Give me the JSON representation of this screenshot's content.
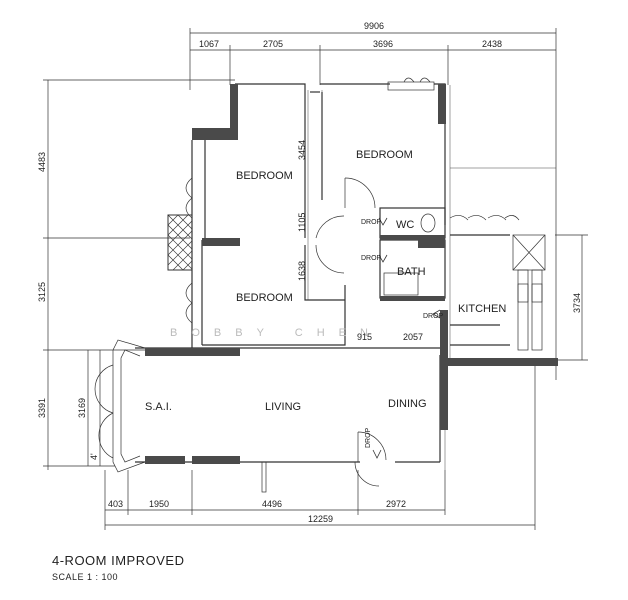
{
  "plan": {
    "title": "4-ROOM IMPROVED",
    "scale": "SCALE 1 : 100",
    "watermark": "BOBBY CHEN",
    "rooms": {
      "bedroom_top_left": "BEDROOM",
      "bedroom_top_right": "BEDROOM",
      "bedroom_middle": "BEDROOM",
      "wc": "WC",
      "bath": "BATH",
      "kitchen": "KITCHEN",
      "living": "LIVING",
      "dining": "DINING",
      "sai": "S.A.I."
    },
    "labels": {
      "drop_wc": "DROP",
      "drop_bath": "DROP",
      "drop_kitchen": "DROP",
      "drop_dining": "DROP"
    },
    "dimensions": {
      "top_total": "9906",
      "top_1": "1067",
      "top_2": "2705",
      "top_3": "3696",
      "top_4": "2438",
      "left_1": "4483",
      "left_2": "3125",
      "left_3": "3391",
      "left_inner": "3169",
      "left_small": "4'",
      "inner_3454": "3454",
      "inner_1105": "1105",
      "inner_1638": "1638",
      "inner_915": "915",
      "inner_2057": "2057",
      "right_3734": "3734",
      "bottom_403": "403",
      "bottom_1950": "1950",
      "bottom_4496": "4496",
      "bottom_2972": "2972",
      "bottom_total": "12259"
    },
    "colors": {
      "line": "#333333",
      "wall": "#4a4a4a",
      "background": "#ffffff"
    }
  }
}
